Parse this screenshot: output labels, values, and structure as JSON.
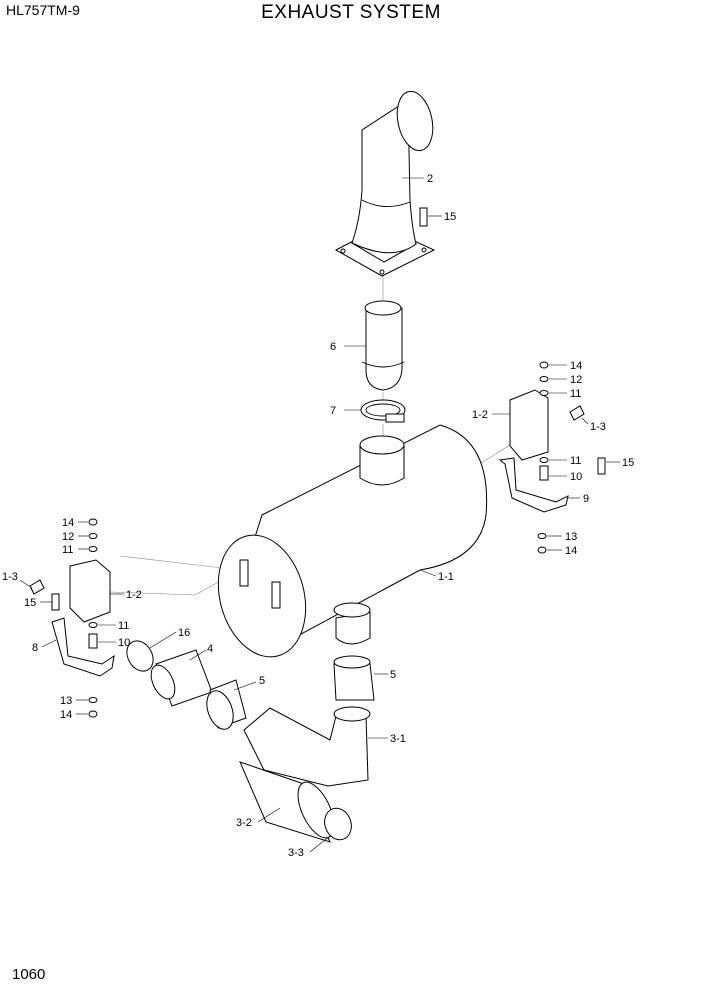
{
  "header": {
    "model": "HL757TM-9",
    "title": "EXHAUST SYSTEM"
  },
  "footer": {
    "page_number": "1060"
  },
  "callouts": {
    "c2": "2",
    "c15a": "15",
    "c6": "6",
    "c7": "7",
    "c14r1": "14",
    "c12r": "12",
    "c11r1": "11",
    "c1_2r": "1-2",
    "c1_3r": "1-3",
    "c11r2": "11",
    "c10r": "10",
    "c15r": "15",
    "c9": "9",
    "c13r": "13",
    "c14r2": "14",
    "c14l1": "14",
    "c12l": "12",
    "c11l1": "11",
    "c1_3l": "1-3",
    "c15l": "15",
    "c1_2l": "1-2",
    "c11l2": "11",
    "c10l": "10",
    "c8": "8",
    "c13l": "13",
    "c14l2": "14",
    "c1_1": "1-1",
    "c16": "16",
    "c4": "4",
    "c5a": "5",
    "c5b": "5",
    "c3_1": "3-1",
    "c3_2": "3-2",
    "c3_3": "3-3"
  }
}
